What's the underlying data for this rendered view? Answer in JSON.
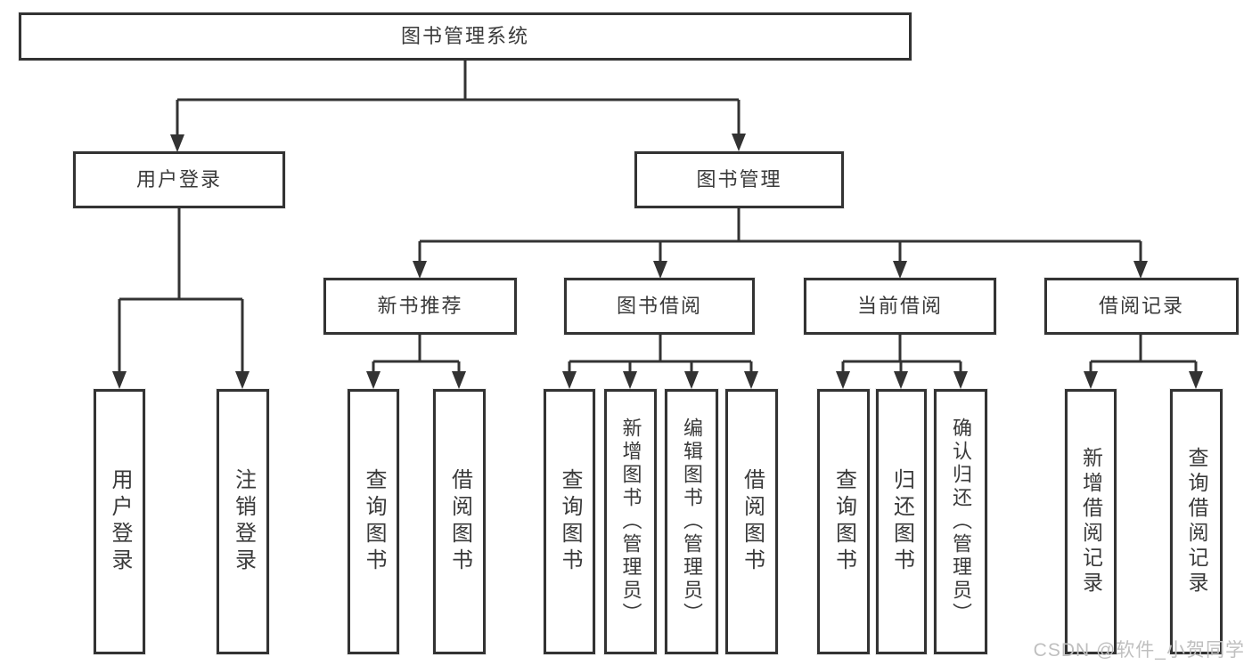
{
  "tree": {
    "root": {
      "label": "图书管理系统"
    },
    "branches": [
      {
        "label": "用户登录",
        "children": [
          {
            "label": "用户登录"
          },
          {
            "label": "注销登录"
          }
        ]
      },
      {
        "label": "图书管理",
        "children": [
          {
            "label": "新书推荐",
            "children": [
              {
                "label": "查询图书"
              },
              {
                "label": "借阅图书"
              }
            ]
          },
          {
            "label": "图书借阅",
            "children": [
              {
                "label": "查询图书"
              },
              {
                "label": "新增图书（管理员）"
              },
              {
                "label": "编辑图书（管理员）"
              },
              {
                "label": "借阅图书"
              }
            ]
          },
          {
            "label": "当前借阅",
            "children": [
              {
                "label": "查询图书"
              },
              {
                "label": "归还图书"
              },
              {
                "label": "确认归还（管理员）"
              }
            ]
          },
          {
            "label": "借阅记录",
            "children": [
              {
                "label": "新增借阅记录"
              },
              {
                "label": "查询借阅记录"
              }
            ]
          }
        ]
      }
    ]
  },
  "watermark": {
    "text": "CSDN @软件_小贺同学"
  },
  "colors": {
    "line": "#333333",
    "text": "#3a3a3a",
    "watermark": "#bfbfbf"
  }
}
